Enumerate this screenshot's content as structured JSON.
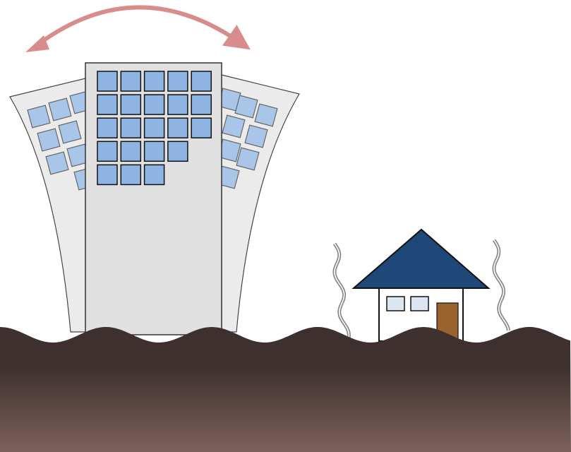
{
  "colors": {
    "arrow": "#d98c8c",
    "building_wall": "#e0e0e0",
    "building_sway": "#ebebeb",
    "window": "#8db4e2",
    "window_sway": "#a9c6e8",
    "roof": "#1f4778",
    "house_window": "#dce6f2",
    "door": "#98632f",
    "ground_top": "#3d302e",
    "ground_bottom": "#7d625c",
    "shake_lines": "#888888"
  },
  "window_rows": [
    5,
    5,
    5,
    4,
    3
  ]
}
